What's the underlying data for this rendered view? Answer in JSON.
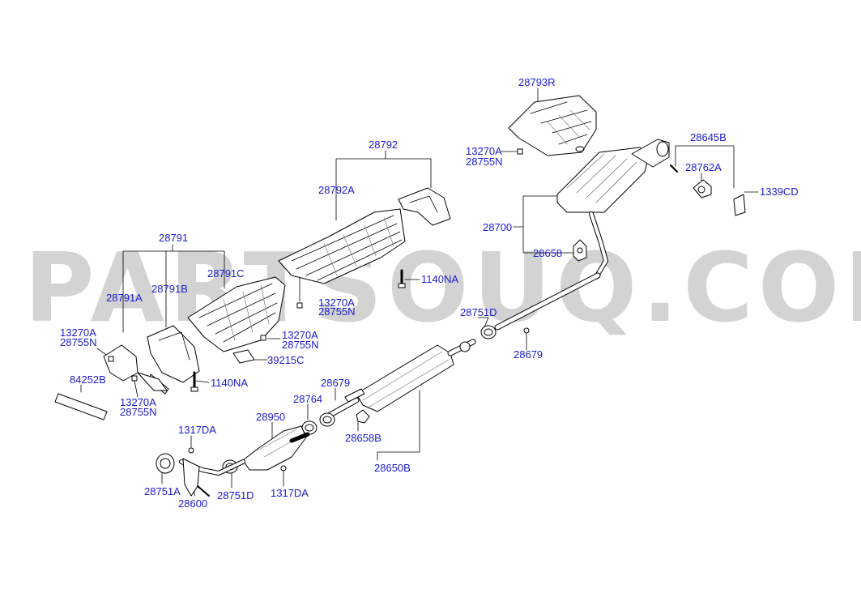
{
  "watermark": "PARTSOUQ.COM",
  "colors": {
    "label": "#1a1ad0",
    "line": "#000000",
    "part_fill": "#ffffff",
    "part_shade": "#9a9a9a",
    "watermark": "#cfcfcf"
  },
  "labels": [
    {
      "key": "l28793R",
      "text": "28793R"
    },
    {
      "key": "l13270A_a",
      "text": "13270A"
    },
    {
      "key": "l28755N_a",
      "text": "28755N"
    },
    {
      "key": "l28645B",
      "text": "28645B"
    },
    {
      "key": "l28762A",
      "text": "28762A"
    },
    {
      "key": "l1339CD",
      "text": "1339CD"
    },
    {
      "key": "l28792",
      "text": "28792"
    },
    {
      "key": "l28792A",
      "text": "28792A"
    },
    {
      "key": "l28700",
      "text": "28700"
    },
    {
      "key": "l28791",
      "text": "28791"
    },
    {
      "key": "l28658_a",
      "text": "28658"
    },
    {
      "key": "l28791C",
      "text": "28791C"
    },
    {
      "key": "l1140NA_a",
      "text": "1140NA"
    },
    {
      "key": "l28791A",
      "text": "28791A"
    },
    {
      "key": "l28791B",
      "text": "28791B"
    },
    {
      "key": "l13270A_b",
      "text": "13270A"
    },
    {
      "key": "l28755N_b",
      "text": "28755N"
    },
    {
      "key": "l28751D_a",
      "text": "28751D"
    },
    {
      "key": "l13270A_c",
      "text": "13270A"
    },
    {
      "key": "l28755N_c",
      "text": "28755N"
    },
    {
      "key": "l13270A_d",
      "text": "13270A"
    },
    {
      "key": "l28755N_d",
      "text": "28755N"
    },
    {
      "key": "l28679_a",
      "text": "28679"
    },
    {
      "key": "l39215C",
      "text": "39215C"
    },
    {
      "key": "l84252B",
      "text": "84252B"
    },
    {
      "key": "l1140NA_b",
      "text": "1140NA"
    },
    {
      "key": "l28679_b",
      "text": "28679"
    },
    {
      "key": "l13270A_e",
      "text": "13270A"
    },
    {
      "key": "l28755N_e",
      "text": "28755N"
    },
    {
      "key": "l28764",
      "text": "28764"
    },
    {
      "key": "l1317DA_a",
      "text": "1317DA"
    },
    {
      "key": "l28950",
      "text": "28950"
    },
    {
      "key": "l28658B",
      "text": "28658B"
    },
    {
      "key": "l28650B",
      "text": "28650B"
    },
    {
      "key": "l28751A",
      "text": "28751A"
    },
    {
      "key": "l28751D_b",
      "text": "28751D"
    },
    {
      "key": "l1317DA_b",
      "text": "1317DA"
    },
    {
      "key": "l28600",
      "text": "28600"
    }
  ]
}
